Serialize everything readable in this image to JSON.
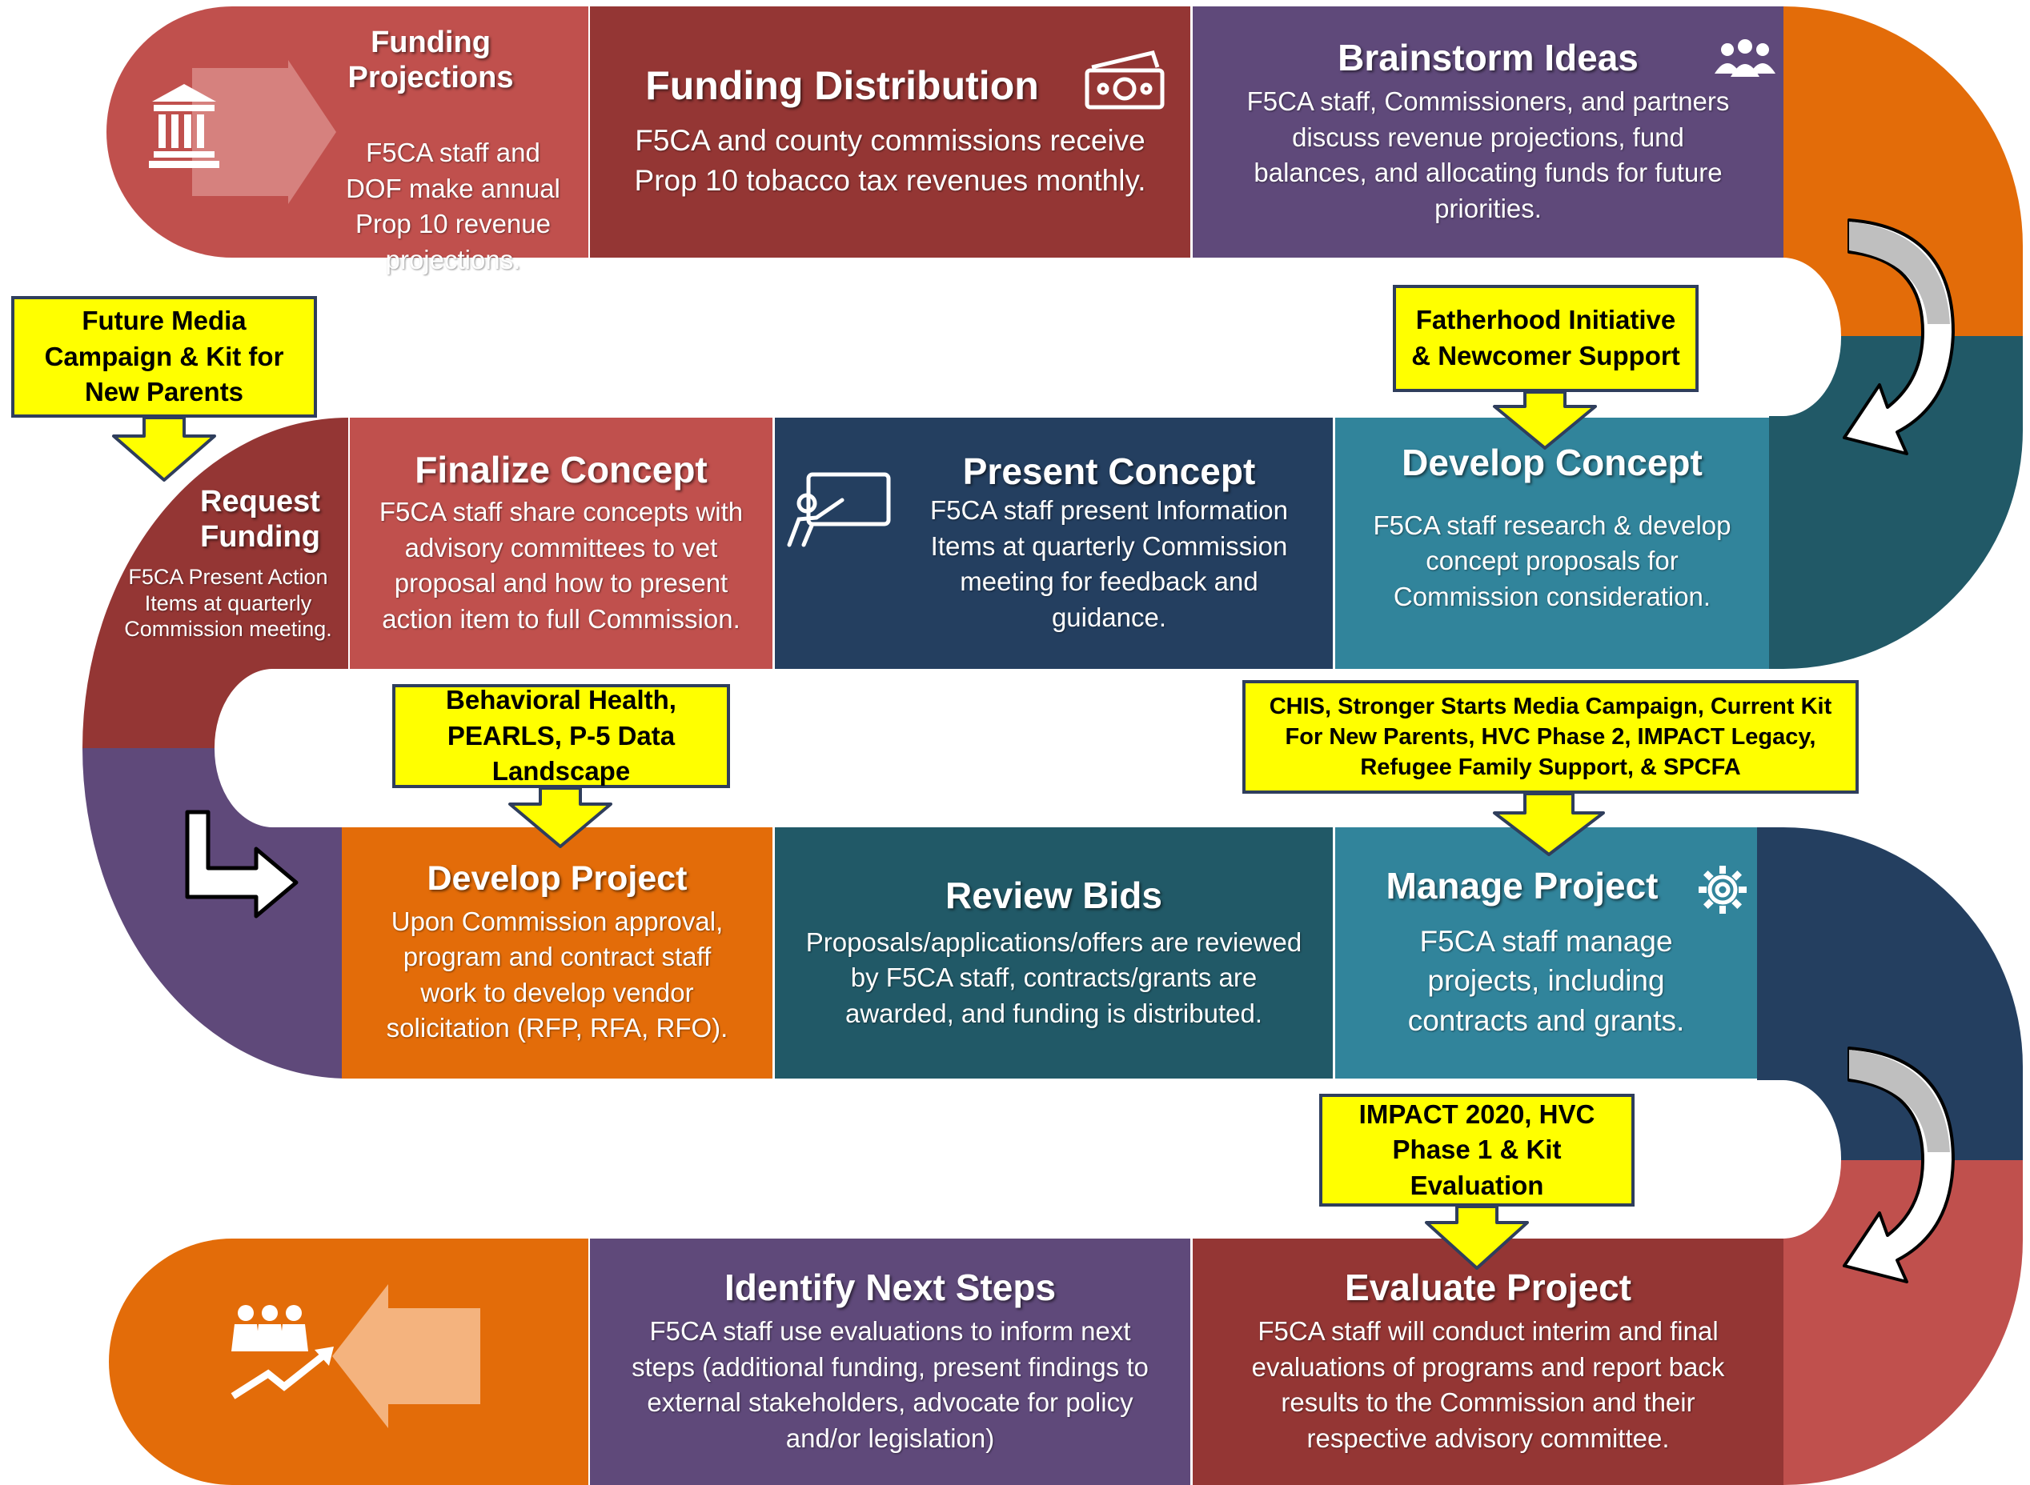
{
  "steps": {
    "funding_projections": {
      "title": "Funding Projections",
      "desc": "F5CA staff and DOF make annual Prop 10 revenue projections."
    },
    "funding_distribution": {
      "title": "Funding Distribution",
      "desc": "F5CA and county commissions receive Prop 10 tobacco tax revenues monthly."
    },
    "brainstorm_ideas": {
      "title": "Brainstorm Ideas",
      "desc": "F5CA staff, Commissioners, and partners discuss revenue projections, fund balances, and allocating funds for future priorities."
    },
    "develop_concept": {
      "title": "Develop Concept",
      "desc": "F5CA staff research & develop concept proposals for Commission consideration."
    },
    "present_concept": {
      "title": "Present Concept",
      "desc": "F5CA staff present Information Items at quarterly Commission meeting for feedback and guidance."
    },
    "finalize_concept": {
      "title": "Finalize Concept",
      "desc": "F5CA staff share concepts with advisory committees to vet proposal and how to present action item to full Commission."
    },
    "request_funding": {
      "title": "Request Funding",
      "desc": "F5CA Present Action Items at quarterly Commission meeting."
    },
    "develop_project": {
      "title": "Develop Project",
      "desc": "Upon Commission approval, program and contract staff work to develop vendor solicitation (RFP, RFA, RFO)."
    },
    "review_bids": {
      "title": "Review Bids",
      "desc": "Proposals/applications/offers are reviewed by F5CA staff, contracts/grants are awarded, and funding is distributed."
    },
    "manage_project": {
      "title": "Manage Project",
      "desc": "F5CA staff manage projects, including contracts and grants."
    },
    "evaluate_project": {
      "title": "Evaluate Project",
      "desc": "F5CA staff will conduct interim and final evaluations of programs and report back results to the Commission and their respective advisory committee."
    },
    "identify_next_steps": {
      "title": "Identify Next Steps",
      "desc": "F5CA staff use evaluations to inform next steps (additional funding, present findings to external stakeholders, advocate for policy and/or legislation)"
    }
  },
  "callouts": {
    "media_campaign": "Future Media Campaign & Kit for New Parents",
    "fatherhood": "Fatherhood Initiative & Newcomer Support",
    "behavioral_health": "Behavioral Health, PEARLS, P-5 Data Landscape",
    "chis": "CHIS, Stronger Starts Media Campaign, Current Kit For New Parents, HVC Phase 2, IMPACT Legacy, Refugee Family Support, & SPCFA",
    "impact_2020": "IMPACT 2020, HVC Phase 1 & Kit Evaluation"
  },
  "colors": {
    "coral": "#c0504d",
    "maroon": "#943634",
    "purple": "#5f497a",
    "orange": "#e36c09",
    "teal_dark": "#215967",
    "teal": "#31849b",
    "navy": "#243f60",
    "callout_yellow": "#ffff00"
  },
  "icons": [
    "bank-icon",
    "money-icon",
    "people-group-icon",
    "presentation-icon",
    "gear-icon",
    "return-arrow-icon",
    "growth-people-icon",
    "curve-arrow-icon"
  ]
}
